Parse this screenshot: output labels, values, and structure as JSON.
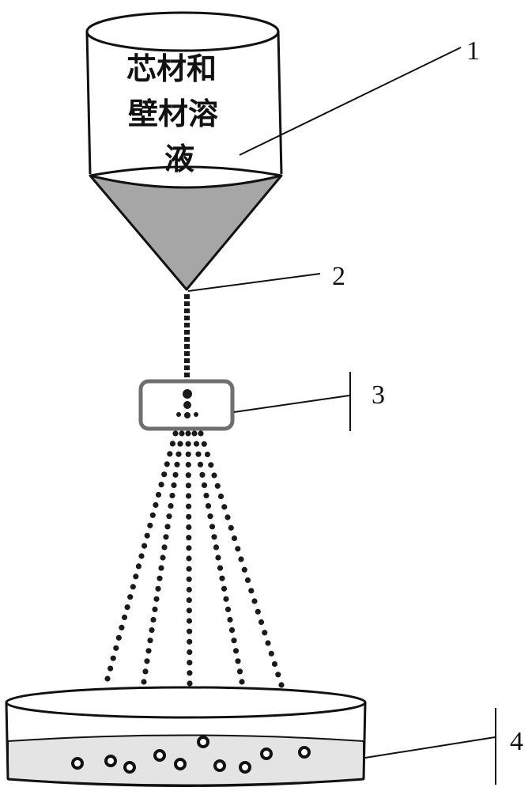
{
  "hopper": {
    "text_lines": [
      "芯材和",
      "壁材溶",
      "液"
    ]
  },
  "labels": {
    "hopper": "1",
    "nozzle_tip": "2",
    "atomizer": "3",
    "collector": "4"
  },
  "colors": {
    "line": "#111111",
    "cone_fill": "#a6a6a6",
    "liquid_fill": "#e4e4e4",
    "droplet": "#1a1a1a",
    "atomizer_stroke": "#6f6f6f"
  }
}
